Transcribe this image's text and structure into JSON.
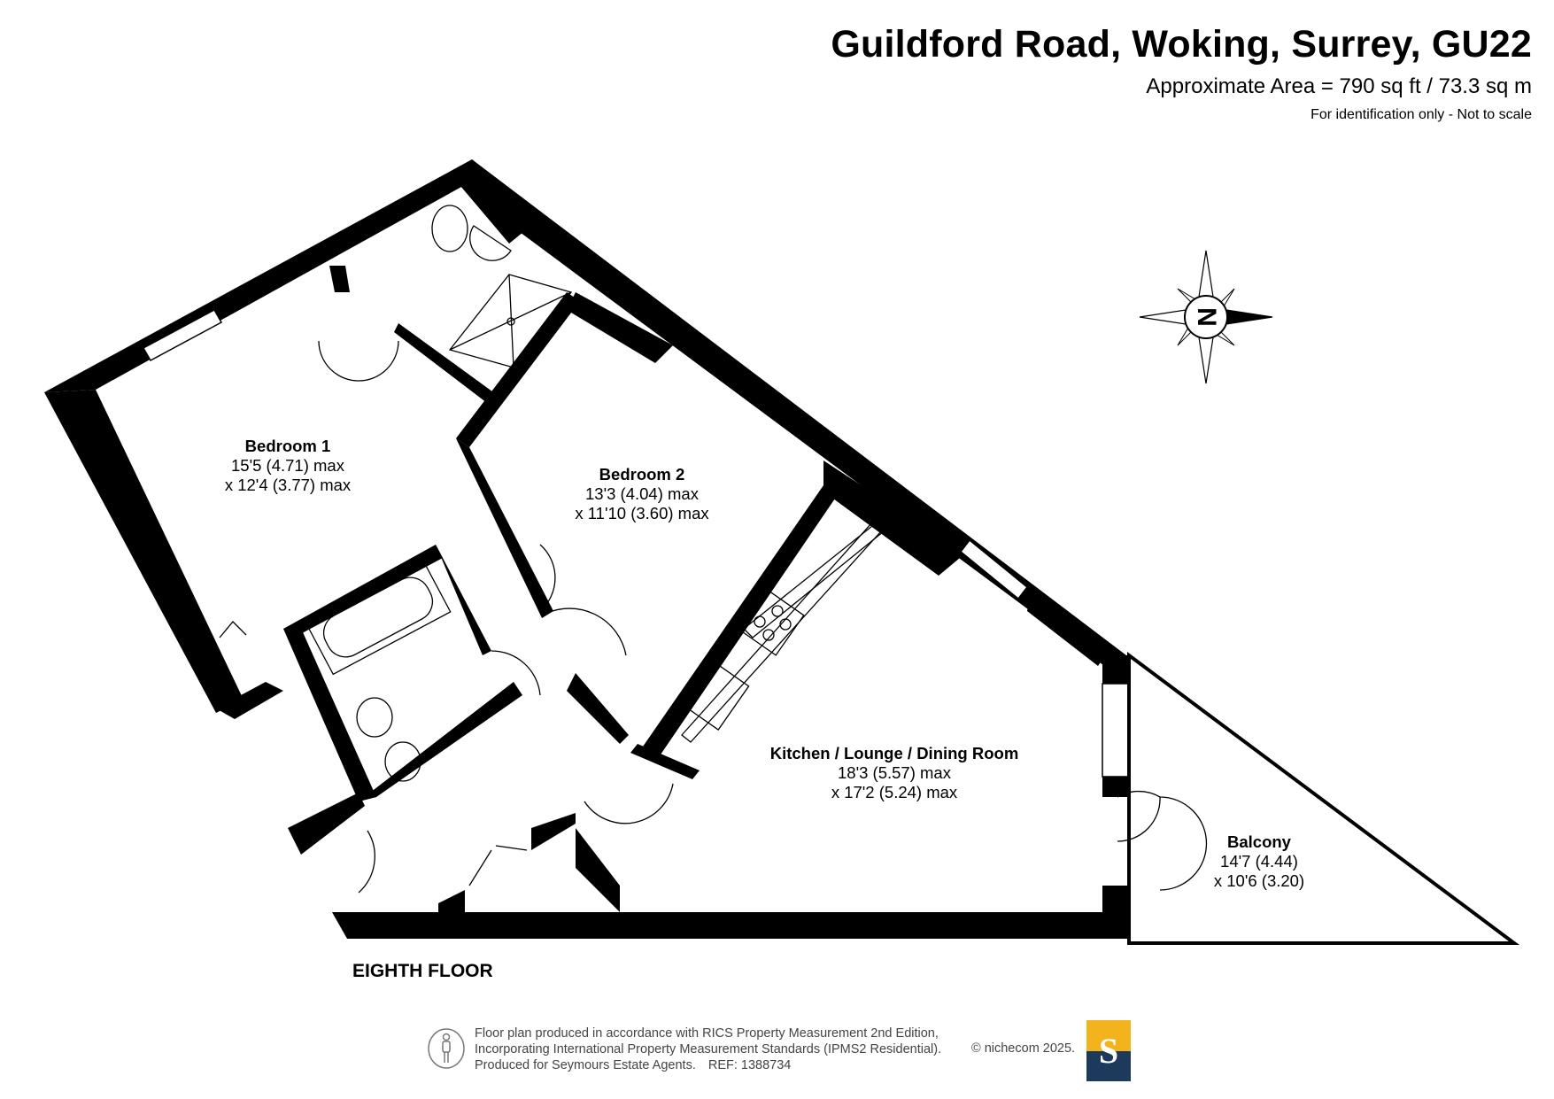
{
  "header": {
    "title": "Guildford Road, Woking, Surrey, GU22",
    "area": "Approximate Area = 790 sq ft / 73.3 sq m",
    "note": "For identification only - Not to scale"
  },
  "compass": {
    "letter": "N"
  },
  "rooms": [
    {
      "name": "Bedroom 1",
      "dim1": "15'5 (4.71) max",
      "dim2": "x 12'4 (3.77) max"
    },
    {
      "name": "Bedroom 2",
      "dim1": "13'3 (4.04) max",
      "dim2": "x 11'10 (3.60) max"
    },
    {
      "name": "Kitchen / Lounge / Dining Room",
      "dim1": "18'3 (5.57) max",
      "dim2": "x 17'2 (5.24) max"
    },
    {
      "name": "Balcony",
      "dim1": "14'7 (4.44)",
      "dim2": "x 10'6 (3.20)"
    }
  ],
  "floor_label": "EIGHTH FLOOR",
  "footer": {
    "line1": "Floor plan produced in accordance with RICS Property Measurement 2nd Edition,",
    "line2": "Incorporating International Property Measurement Standards (IPMS2 Residential).",
    "line3_produced": "Produced for Seymours Estate Agents.",
    "line3_ref": "REF: 1388734",
    "copyright": "© nichecom 2025."
  },
  "logo": {
    "letter": "S",
    "top_color": "#f2b31c",
    "bottom_color": "#1d3a5c"
  }
}
